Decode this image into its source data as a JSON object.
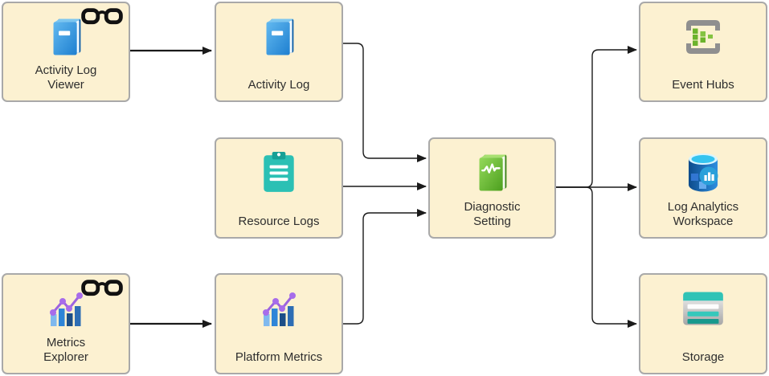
{
  "diagram": {
    "nodes": [
      {
        "id": "activity-log-viewer",
        "label": "Activity Log Viewer",
        "icon": "book-blue-icon",
        "badge": "glasses-icon"
      },
      {
        "id": "activity-log",
        "label": "Activity Log",
        "icon": "book-blue-icon",
        "badge": null
      },
      {
        "id": "resource-logs",
        "label": "Resource Logs",
        "icon": "clipboard-icon",
        "badge": null
      },
      {
        "id": "metrics-explorer",
        "label": "Metrics Explorer",
        "icon": "metrics-chart-icon",
        "badge": "glasses-icon"
      },
      {
        "id": "platform-metrics",
        "label": "Platform Metrics",
        "icon": "metrics-chart-icon",
        "badge": null
      },
      {
        "id": "diagnostic-setting",
        "label": "Diagnostic Setting",
        "icon": "book-green-pulse-icon",
        "badge": null
      },
      {
        "id": "event-hubs",
        "label": "Event Hubs",
        "icon": "event-hubs-icon",
        "badge": null
      },
      {
        "id": "log-analytics-workspace",
        "label": "Log Analytics Workspace",
        "icon": "log-analytics-icon",
        "badge": null
      },
      {
        "id": "storage",
        "label": "Storage",
        "icon": "storage-icon",
        "badge": null
      }
    ],
    "edges": [
      {
        "from": "activity-log-viewer",
        "to": "activity-log"
      },
      {
        "from": "activity-log",
        "to": "diagnostic-setting"
      },
      {
        "from": "resource-logs",
        "to": "diagnostic-setting"
      },
      {
        "from": "metrics-explorer",
        "to": "platform-metrics"
      },
      {
        "from": "platform-metrics",
        "to": "diagnostic-setting"
      },
      {
        "from": "diagnostic-setting",
        "to": "event-hubs"
      },
      {
        "from": "diagnostic-setting",
        "to": "log-analytics-workspace"
      },
      {
        "from": "diagnostic-setting",
        "to": "storage"
      }
    ],
    "colors": {
      "node_fill": "#FCF1D1",
      "node_border": "#A9A9A9",
      "arrow": "#1A1A1A",
      "label_text": "#2E2E2E"
    }
  }
}
